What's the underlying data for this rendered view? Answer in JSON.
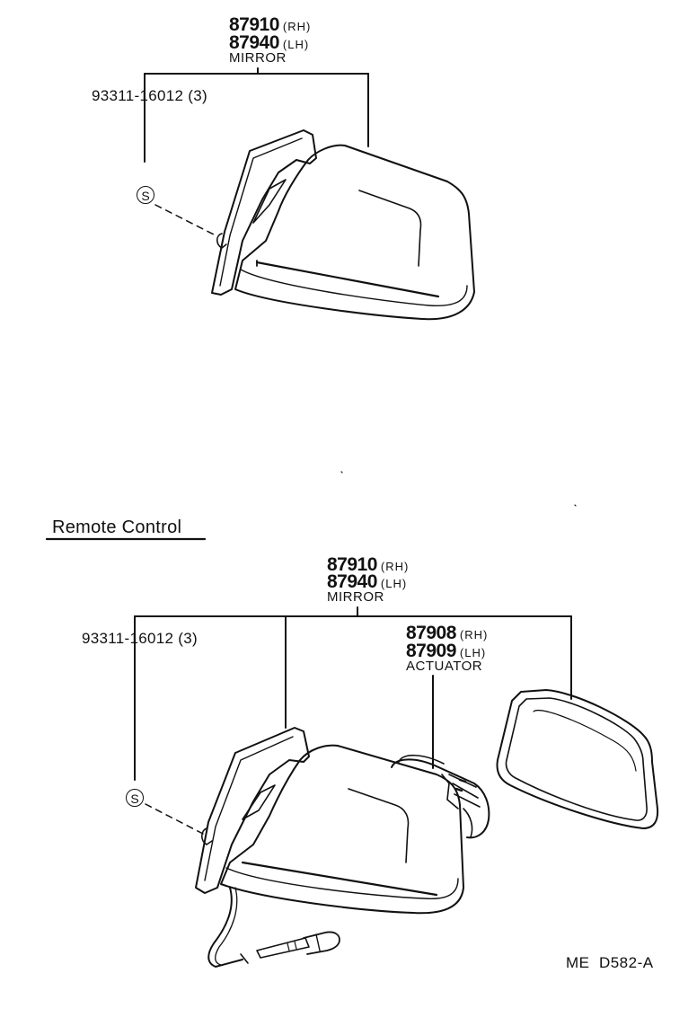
{
  "upper_group": {
    "mirror_rh_part": "87910",
    "mirror_rh_side": "(RH)",
    "mirror_lh_part": "87940",
    "mirror_lh_side": "(LH)",
    "mirror_name": "MIRROR",
    "screw_label": "93311-16012 (3)",
    "screw_symbol": "S"
  },
  "remote_control": {
    "section_title": "Remote Control",
    "mirror_rh_part": "87910",
    "mirror_rh_side": "(RH)",
    "mirror_lh_part": "87940",
    "mirror_lh_side": "(LH)",
    "mirror_name": "MIRROR",
    "screw_label": "93311-16012 (3)",
    "screw_symbol": "S",
    "actuator_rh_part": "87908",
    "actuator_rh_side": "(RH)",
    "actuator_lh_part": "87909",
    "actuator_lh_side": "(LH)",
    "actuator_name": "ACTUATOR"
  },
  "diagram_code": "ME  D582-A",
  "colors": {
    "ink": "#111111",
    "paper": "#ffffff"
  }
}
